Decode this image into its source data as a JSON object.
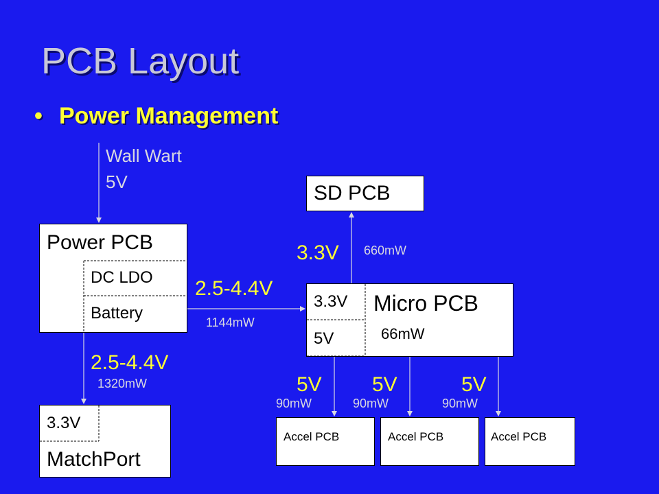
{
  "title": "PCB Layout",
  "bullet": "Power Management",
  "wall_wart": {
    "line1": "Wall Wart",
    "line2": "5V"
  },
  "power_pcb": {
    "label": "Power PCB",
    "dc_ldo": "DC LDO",
    "battery": "Battery"
  },
  "sd_pcb": {
    "label": "SD PCB",
    "voltage": "3.3V",
    "power": "660mW"
  },
  "micro_pcb": {
    "label": "Micro PCB",
    "power": "66mW",
    "in_3v3": "3.3V",
    "in_5v": "5V"
  },
  "power_to_micro": {
    "voltage": "2.5-4.4V",
    "power": "1144mW"
  },
  "power_to_matchport": {
    "voltage": "2.5-4.4V",
    "power": "1320mW"
  },
  "matchport": {
    "label": "MatchPort",
    "voltage": "3.3V"
  },
  "accel_links": [
    {
      "voltage": "5V",
      "power": "90mW",
      "label": "Accel PCB"
    },
    {
      "voltage": "5V",
      "power": "90mW",
      "label": "Accel PCB"
    },
    {
      "voltage": "5V",
      "power": "90mW",
      "label": "Accel PCB"
    }
  ]
}
